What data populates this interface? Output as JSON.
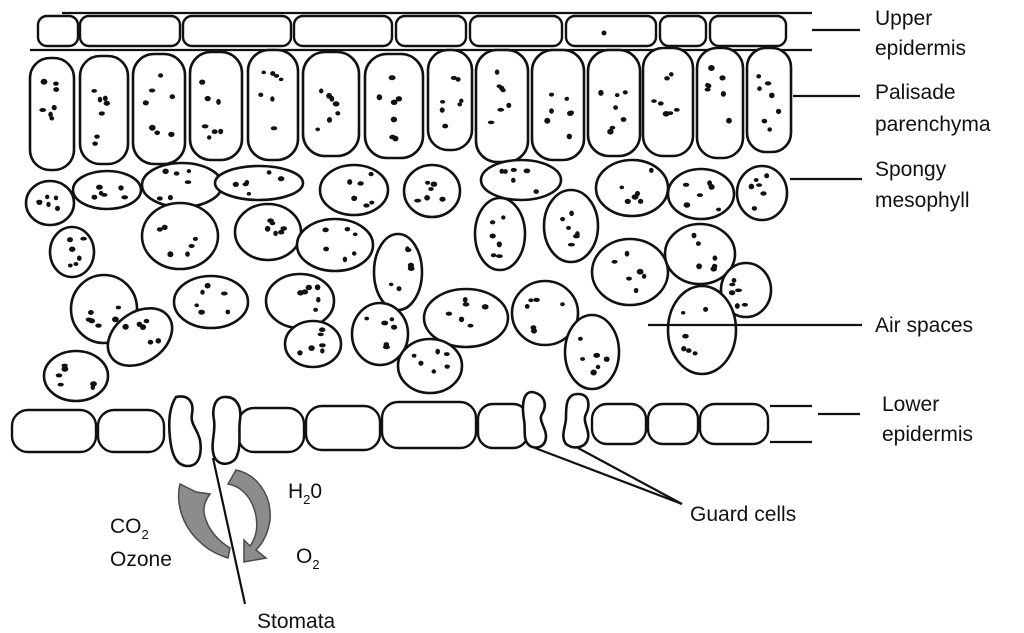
{
  "labels": {
    "upper_epidermis": [
      "Upper",
      "epidermis"
    ],
    "palisade": [
      "Palisade",
      "parenchyma"
    ],
    "spongy": [
      "Spongy",
      "mesophyll"
    ],
    "air_spaces": "Air spaces",
    "lower_epidermis": [
      "Lower",
      "epidermis"
    ],
    "guard_cells": "Guard cells",
    "stomata": "Stomata"
  },
  "gas_exchange": {
    "co2": {
      "base": "CO",
      "sub": "2"
    },
    "ozone": "Ozone",
    "h2o": {
      "pre": "H",
      "sub": "2",
      "post": "0"
    },
    "o2": {
      "base": "O",
      "sub": "2"
    }
  },
  "colors": {
    "ink": "#111111",
    "arrow_fill": "#8c8c8c",
    "arrow_stroke": "#4a4a4a",
    "background": "#ffffff"
  }
}
